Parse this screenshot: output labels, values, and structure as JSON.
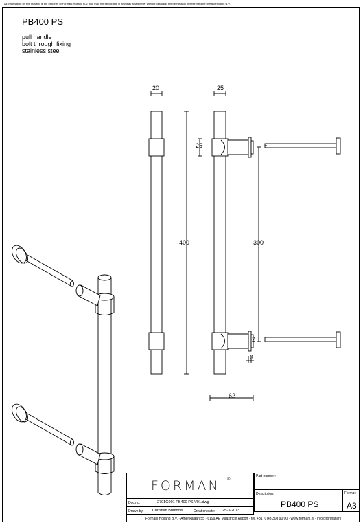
{
  "disclaimer": "All information on the drawing is the property of Formani Holland B.V. and may not be copied, in any way whatsoever without obtaining the permission in writing from Formani Holland B.V.",
  "header": {
    "title": "PB400 PS",
    "description": [
      "pull handle",
      "bolt through fixing",
      "stainless steel"
    ]
  },
  "dimensions": {
    "front_width": "20",
    "side_width": "25",
    "cap_height": "25",
    "total_length": "400",
    "centers": "300",
    "small_gap": "2",
    "base_thickness": "3",
    "projection": "62"
  },
  "title_block": {
    "logo": "FORMANI",
    "logo_mark": "®",
    "part_number_label": "Part number:",
    "description_label": "Description:",
    "description_value": "PB400 PS",
    "format_label": "Format:",
    "format_value": "A3",
    "doc_label": "Doc.no.",
    "doc_value": "2701G001 PB400 PS V01.dwg",
    "drawn_label": "Drawn by:",
    "drawn_value": "Christian Brimbois",
    "creation_label": "Creation date:",
    "creation_value": "25-3-2013",
    "footer": "Formani Holland B.V. · Amerikalaan 55 · 6199 AE Maastricht Airport · tel. +31 (0)43 308 90 00 · www.formani.nl · info@formani.nl"
  }
}
